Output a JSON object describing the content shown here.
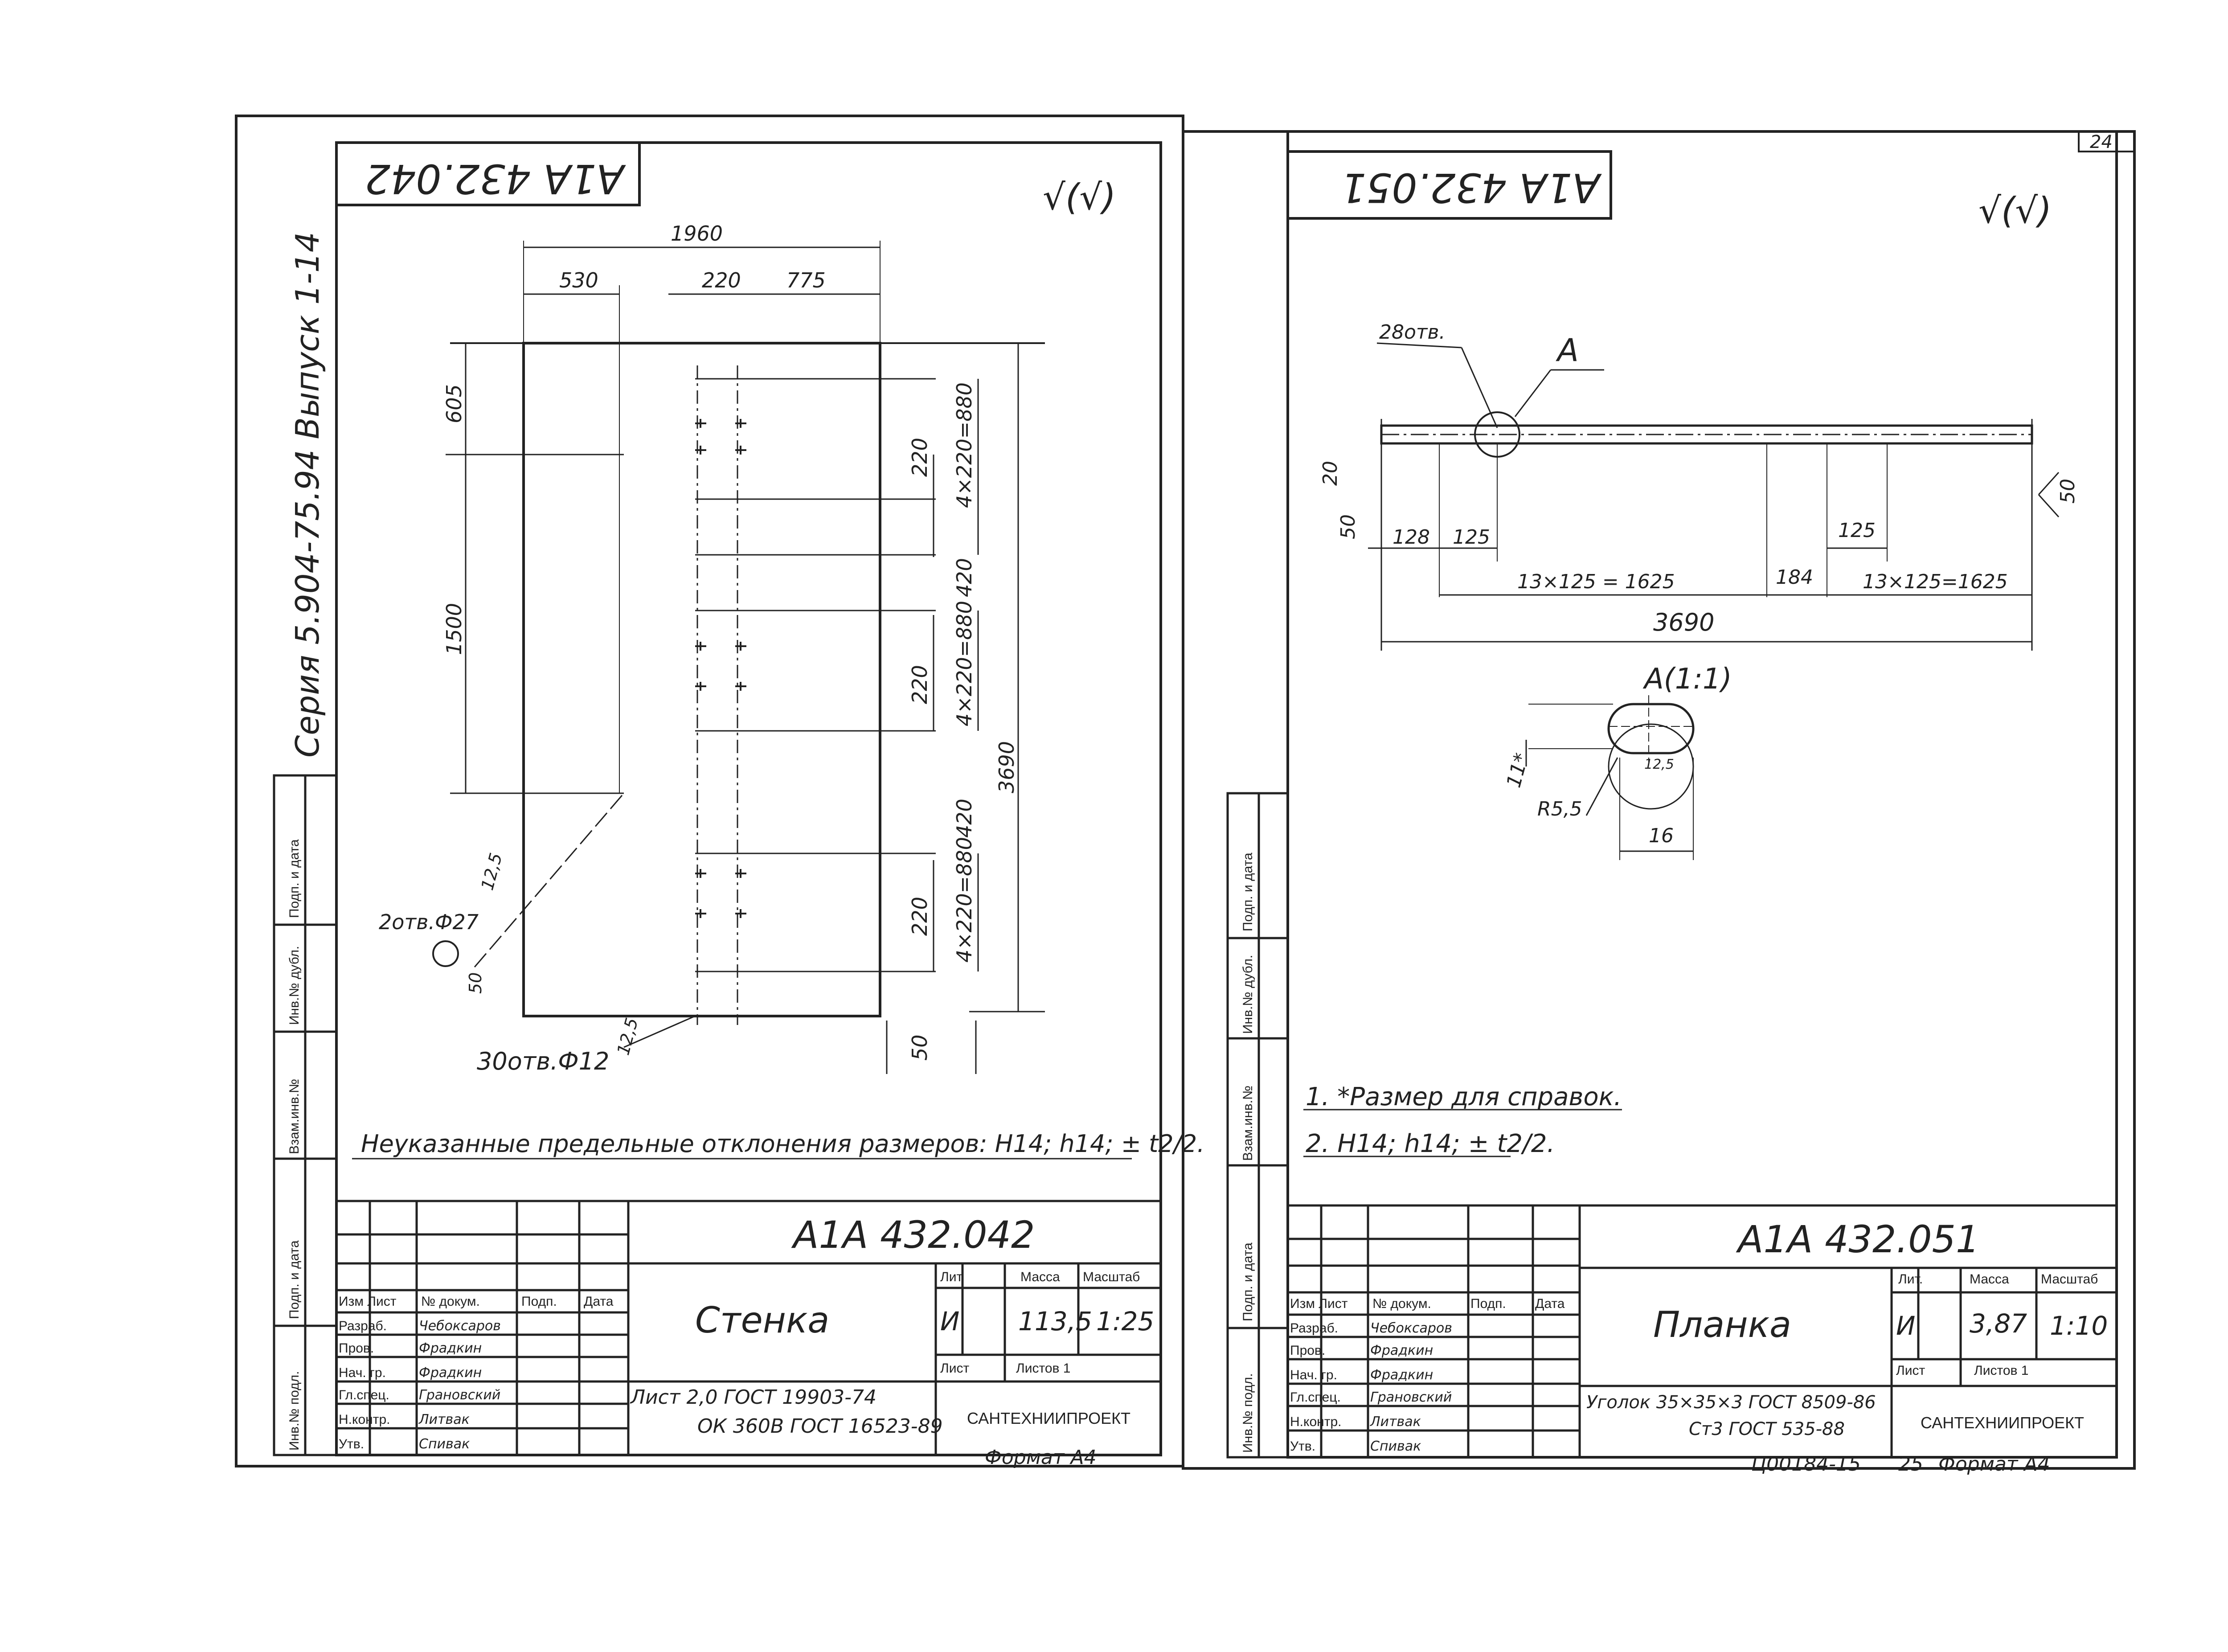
{
  "page_number": "24",
  "series_note": "Серия 5.904-75.94   Выпуск 1-14",
  "side_labels": [
    "Подп. и дата",
    "Инв.№ дубл.",
    "Взам.инв.№",
    "Подп. и дата",
    "Инв.№ подл."
  ],
  "title_block_headers": {
    "izm_list": "Изм Лист",
    "doc_no": "№ докум.",
    "sign": "Подп.",
    "date": "Дата",
    "lit": "Лит.",
    "mass": "Масса",
    "scale": "Масштаб",
    "sheet": "Лист",
    "sheets": "Листов 1",
    "org": "САНТЕХНИИПРОЕКТ"
  },
  "roles": [
    "Разраб.",
    "Пров.",
    "Нач. гр.",
    "Гл.спец.",
    "Н.контр.",
    "Утв."
  ],
  "sheet_left": {
    "rev_stamp": "A1A 432.042",
    "code": "A1A 432.042",
    "name": "Стенка",
    "lit": "И",
    "mass": "113,5",
    "scale": "1:25",
    "material_line1": "Лист  2,0 ГОСТ 19903-74",
    "material_line2": "ОК 360В ГОСТ 16523-89",
    "people": [
      "Чебоксаров",
      "Фрадкин",
      "Фрадкин",
      "Грановский",
      "Литвак",
      "Спивак"
    ],
    "format": "Формат А4",
    "note": "Неуказанные предельные отклонения размеров: H14; h14; ± t2/2.",
    "dims": {
      "overall_width": "1960",
      "left_offset": "530",
      "hole_pitch": "220",
      "right_offset": "775",
      "top_offset": "605",
      "mid_span": "1500",
      "total_height": "3690",
      "pitch_top": "4×220=880",
      "pitch_mid": "4×220=880",
      "pitch_bot": "4×220=880",
      "gap1": "420",
      "gap2": "420",
      "s220a": "220",
      "s220b": "220",
      "s220c": "220",
      "edge_top": "12,5",
      "edge_bot": "12,5",
      "holes_large": "2отв.Ф27",
      "holes_small": "30отв.Ф12",
      "end50a": "50",
      "end50b": "50"
    }
  },
  "sheet_right": {
    "rev_stamp": "A1A 432.051",
    "code": "A1A 432.051",
    "name": "Планка",
    "lit": "И",
    "mass": "3,87",
    "scale": "1:10",
    "material_line1": "Уголок  35×35×3 ГОСТ 8509-86",
    "material_line2": "Ст3 ГОСТ 535-88",
    "people": [
      "Чебоксаров",
      "Фрадкин",
      "Фрадкин",
      "Грановский",
      "Литвак",
      "Спивак"
    ],
    "format": "Формат А4",
    "footer_code": "Ц00184-15",
    "footer_page": "25",
    "notes": [
      "1. *Размер для справок.",
      "2. H14; h14; ± t2/2."
    ],
    "dims": {
      "holes": "28отв.",
      "detail_mark": "A",
      "d20": "20",
      "d50": "50",
      "d50r": "50",
      "d128": "128",
      "d125a": "125",
      "d125b": "125",
      "run1": "13×125 = 1625",
      "d184": "184",
      "run2": "13×125=1625",
      "overall": "3690",
      "detail_title": "A(1:1)",
      "d11": "11*",
      "d125c": "12,5",
      "radius": "R5,5",
      "d16": "16"
    }
  }
}
